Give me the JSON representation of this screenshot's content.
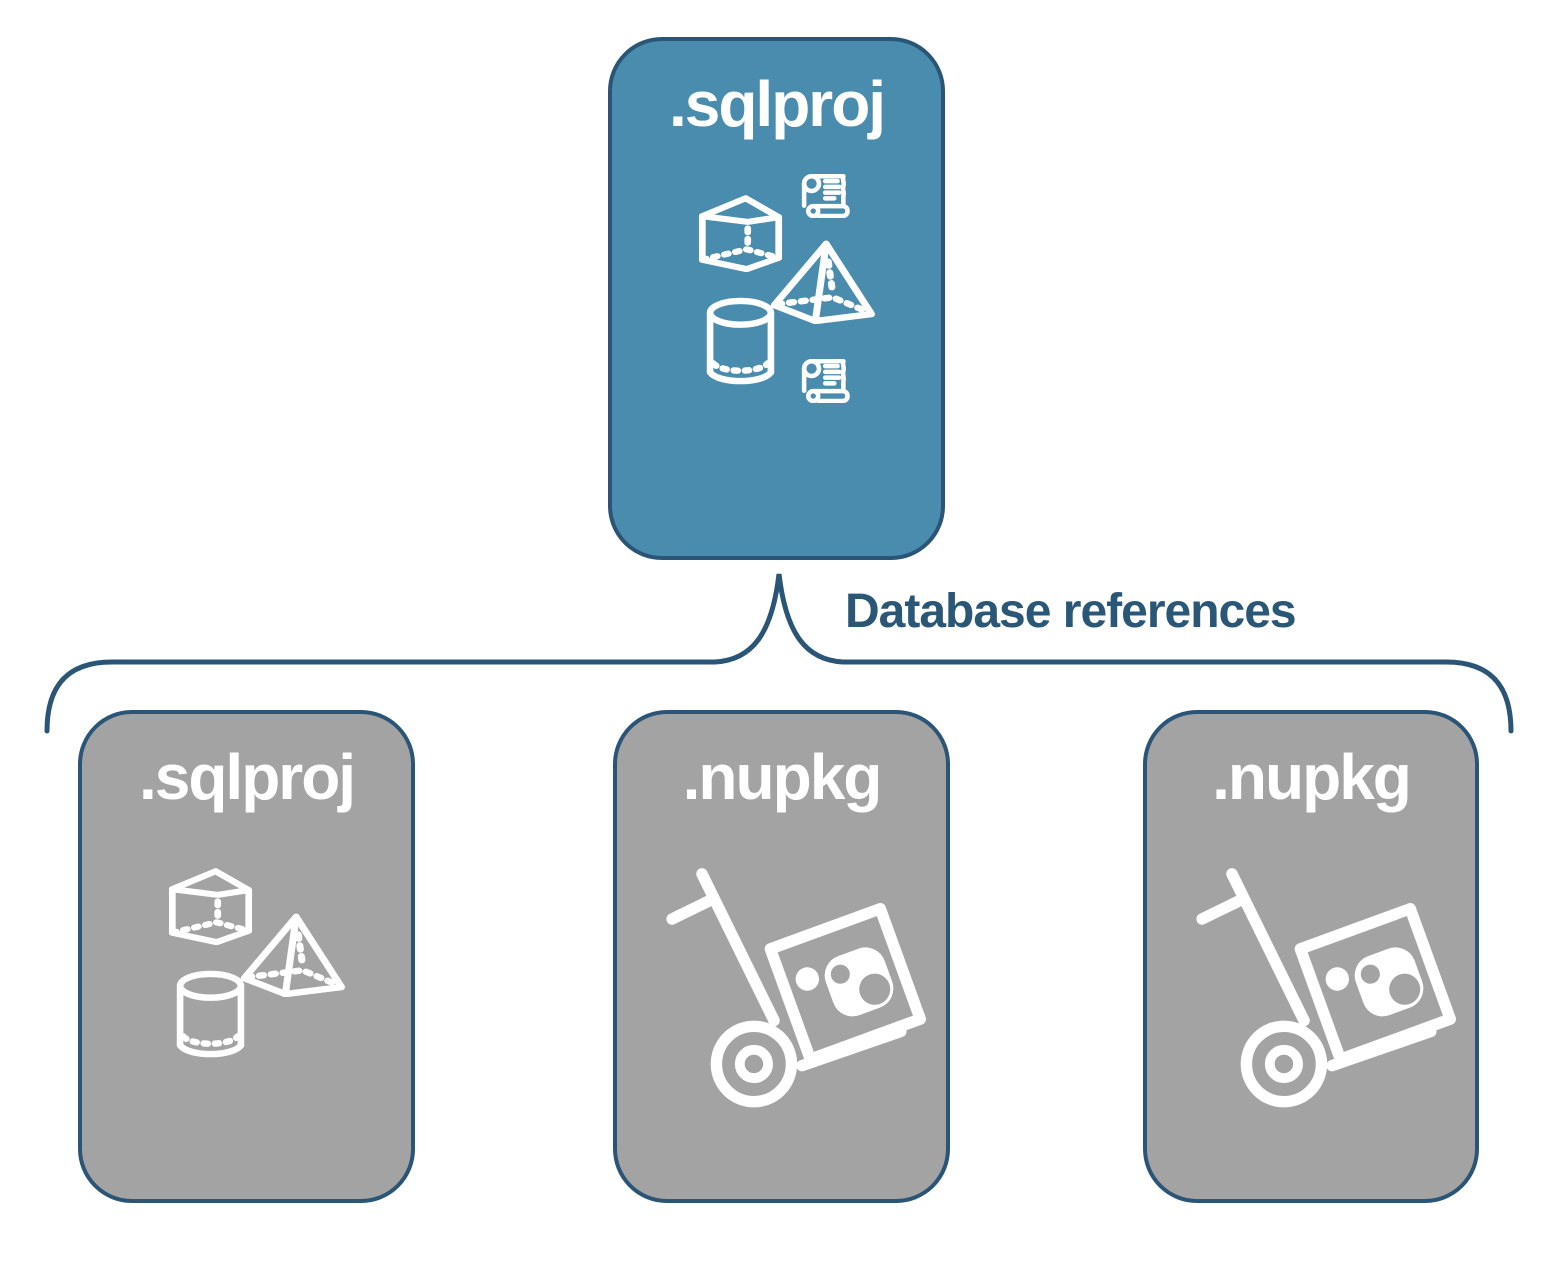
{
  "diagram": {
    "root_card": {
      "label": ".sqlproj",
      "icons": [
        "scroll-icon",
        "cube-icon",
        "pyramid-icon",
        "cylinder-icon",
        "scroll-icon"
      ],
      "fill_color": "#4A8CAD",
      "border_color": "#2A5576",
      "label_color": "#FFFFFF"
    },
    "connector": {
      "shape": "curly-brace",
      "label": "Database references",
      "label_color": "#2B5777",
      "line_color": "#2A5576"
    },
    "child_cards": [
      {
        "label": ".sqlproj",
        "icons": [
          "cube-icon",
          "pyramid-icon",
          "cylinder-icon"
        ],
        "fill_color": "#A3A3A3",
        "border_color": "#2A5576",
        "label_color": "#FFFFFF"
      },
      {
        "label": ".nupkg",
        "icons": [
          "handtruck-package-icon"
        ],
        "fill_color": "#A3A3A3",
        "border_color": "#2A5576",
        "label_color": "#FFFFFF"
      },
      {
        "label": ".nupkg",
        "icons": [
          "handtruck-package-icon"
        ],
        "fill_color": "#A3A3A3",
        "border_color": "#2A5576",
        "label_color": "#FFFFFF"
      }
    ],
    "background_color": "#FFFFFF"
  }
}
